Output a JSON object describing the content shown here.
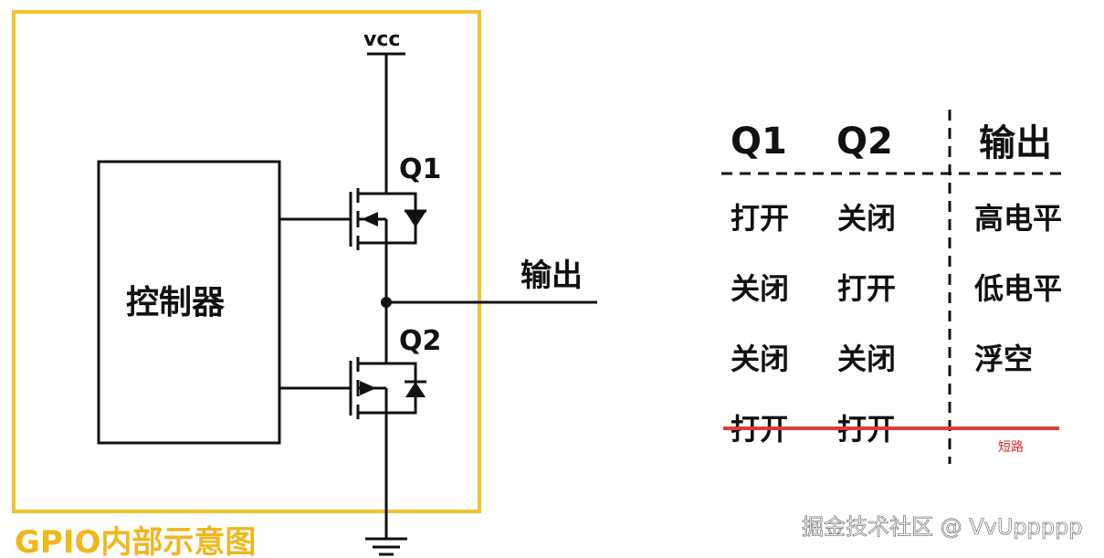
{
  "diagram": {
    "vcc_label": "vcc",
    "controller_label": "控制器",
    "q1_label": "Q1",
    "q2_label": "Q2",
    "output_label": "输出",
    "caption": "GPIO内部示意图",
    "frame_color": "#f2c230",
    "caption_color": "#f2b61c"
  },
  "table": {
    "headers": [
      "Q1",
      "Q2",
      "输出"
    ],
    "rows": [
      [
        "打开",
        "关闭",
        "高电平"
      ],
      [
        "关闭",
        "打开",
        "低电平"
      ],
      [
        "关闭",
        "关闭",
        "浮空"
      ],
      [
        "打开",
        "打开",
        ""
      ]
    ],
    "short_note": "短路",
    "strike_color": "#e53935"
  },
  "watermark": "掘金技术社区 @ VvUppppp"
}
